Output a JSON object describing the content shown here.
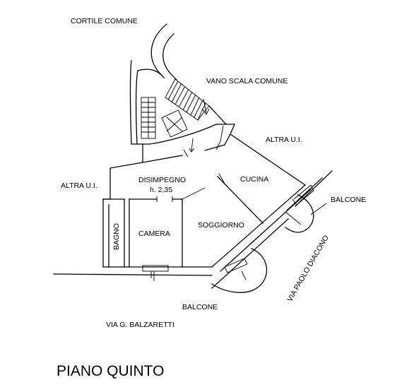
{
  "labels": {
    "cortile_comune": "CORTILE COMUNE",
    "vano_scala_comune": "VANO SCALA COMUNE",
    "altra_ui_right": "ALTRA U.I.",
    "altra_ui_left": "ALTRA U.I.",
    "disimpegno": "DISIMPEGNO",
    "disimpegno_height": "h. 2,35",
    "cucina": "CUCINA",
    "balcone_right": "BALCONE",
    "bagno": "BAGNO",
    "camera": "CAMERA",
    "soggiorno": "SOGGIORNO",
    "balcone_bottom": "BALCONE",
    "via_paolo_diacono": "VIA PAOLO DIACONO",
    "via_balzaretti": "VIA G. BALZARETTI",
    "piano": "PIANO QUINTO"
  }
}
